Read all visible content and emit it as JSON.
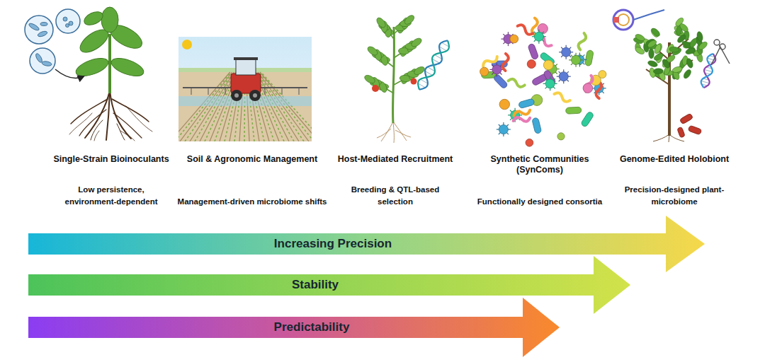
{
  "diagram": {
    "nodes": [
      {
        "text": [
          "Increasing Precision"
        ]
      },
      {
        "text": [
          "Stability"
        ]
      },
      {
        "text": [
          "Predictability"
        ]
      }
    ],
    "labels": [
      "Single-Strain Bioinoculants",
      "Low persistence, environment-dependent",
      "Soil & Agronomic Management",
      "Management-driven microbiome shifts",
      "Host-Mediated Recruitment",
      "Breeding & QTL-based selection",
      "Synthetic Communities (SynComs)",
      "Functionally designed consortia",
      "Genome-Edited Holobiont",
      "Precision-designed plant-microbiome"
    ]
  }
}
